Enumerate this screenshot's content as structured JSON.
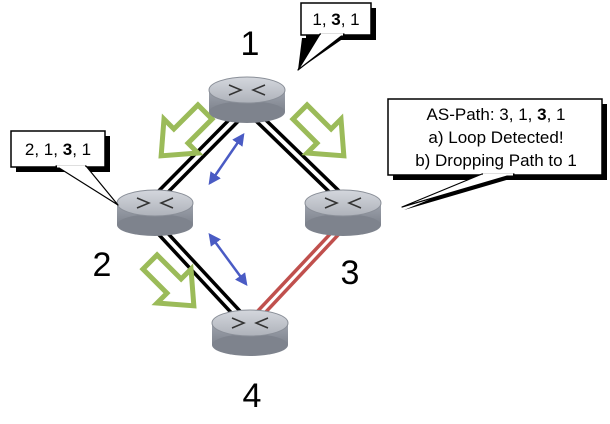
{
  "routers": [
    {
      "id": "1",
      "label": "1"
    },
    {
      "id": "2",
      "label": "2"
    },
    {
      "id": "3",
      "label": "3"
    },
    {
      "id": "4",
      "label": "4"
    }
  ],
  "links": [
    {
      "from": "1",
      "to": "2",
      "state": "normal"
    },
    {
      "from": "1",
      "to": "3",
      "state": "normal"
    },
    {
      "from": "2",
      "to": "4",
      "state": "normal"
    },
    {
      "from": "3",
      "to": "4",
      "state": "failed"
    }
  ],
  "callouts": {
    "router1": {
      "parts": [
        "1, ",
        "3",
        ", 1"
      ]
    },
    "router2": {
      "parts": [
        "2, 1, ",
        "3",
        ", 1"
      ]
    },
    "router3": {
      "line1": {
        "parts": [
          "AS-Path: 3, 1, ",
          "3",
          ", 1"
        ]
      },
      "line2": "a) Loop Detected!",
      "line3": "b) Dropping Path to 1"
    }
  },
  "colors": {
    "link_normal": "#000000",
    "link_failed": "#c0504d",
    "advert_arrow": "#9bbb59",
    "exchange_arrow": "#4a5bc4",
    "router_body": "#b8bcc4"
  }
}
